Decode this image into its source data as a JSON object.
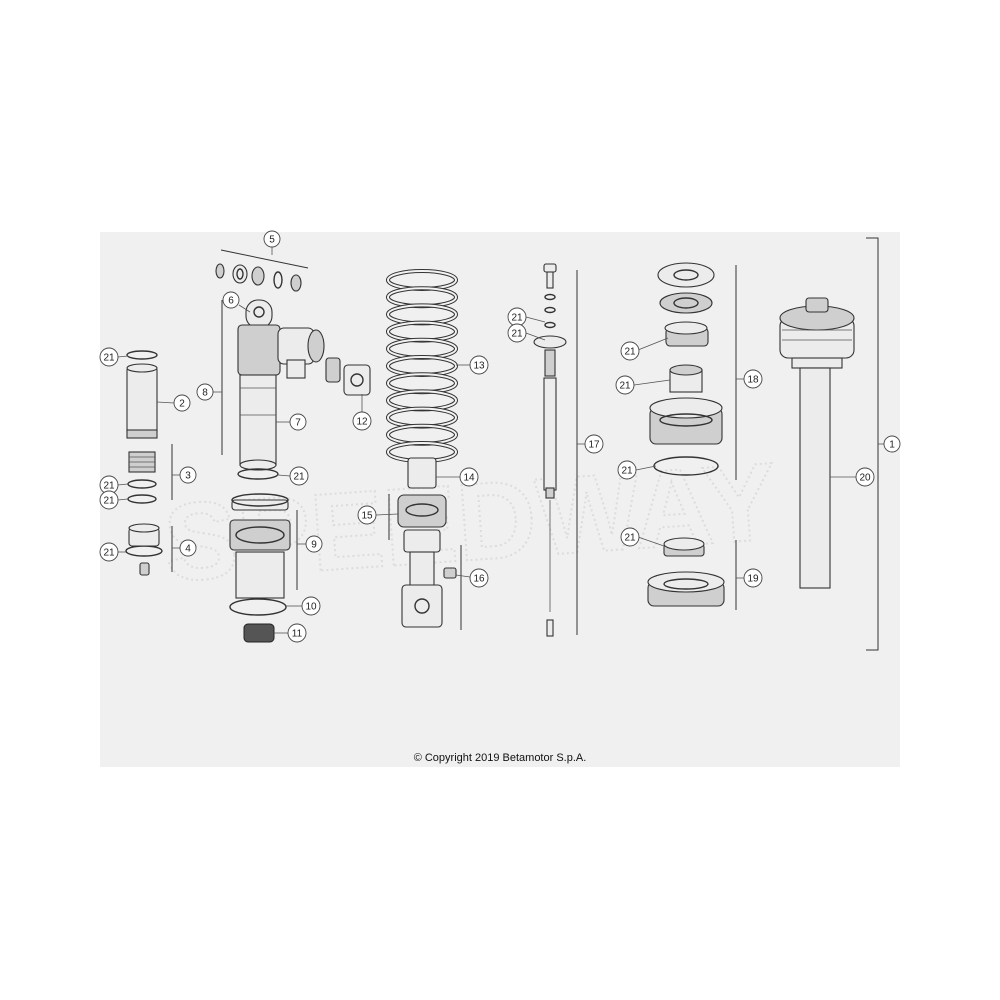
{
  "copyright": "© Copyright 2019 Betamotor S.p.A.",
  "watermark": "SPEEDWAY",
  "callouts": [
    "1",
    "2",
    "3",
    "4",
    "5",
    "6",
    "7",
    "8",
    "9",
    "10",
    "11",
    "12",
    "13",
    "14",
    "15",
    "16",
    "17",
    "18",
    "19",
    "20",
    "21"
  ]
}
